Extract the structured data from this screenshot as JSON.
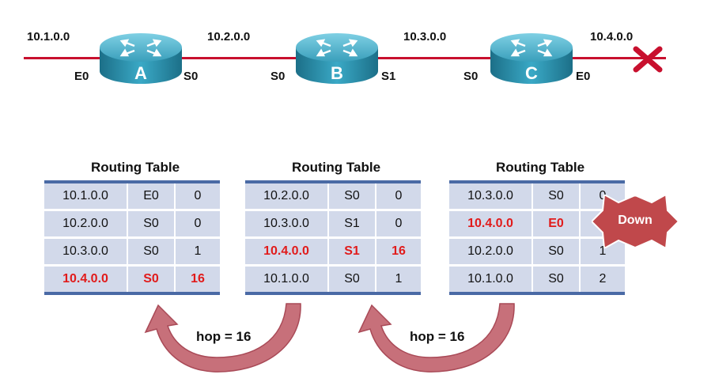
{
  "networks": [
    "10.1.0.0",
    "10.2.0.0",
    "10.3.0.0",
    "10.4.0.0"
  ],
  "routers": [
    {
      "name": "A",
      "left_if": "E0",
      "right_if": "S0"
    },
    {
      "name": "B",
      "left_if": "S0",
      "right_if": "S1"
    },
    {
      "name": "C",
      "left_if": "S0",
      "right_if": "E0"
    }
  ],
  "colors": {
    "link": "#c8102e",
    "router_body": "#2f93b0",
    "table_fill": "#d2d9ea",
    "table_rule": "#4a6aa5",
    "highlight": "#e11b1b",
    "arrow_fill": "#c7707a",
    "down_badge": "#c0484b"
  },
  "tables": [
    {
      "title": "Routing Table",
      "rows": [
        {
          "net": "10.1.0.0",
          "iface": "E0",
          "hops": "0",
          "highlight": false
        },
        {
          "net": "10.2.0.0",
          "iface": "S0",
          "hops": "0",
          "highlight": false
        },
        {
          "net": "10.3.0.0",
          "iface": "S0",
          "hops": "1",
          "highlight": false
        },
        {
          "net": "10.4.0.0",
          "iface": "S0",
          "hops": "16",
          "highlight": true
        }
      ]
    },
    {
      "title": "Routing Table",
      "rows": [
        {
          "net": "10.2.0.0",
          "iface": "S0",
          "hops": "0",
          "highlight": false
        },
        {
          "net": "10.3.0.0",
          "iface": "S1",
          "hops": "0",
          "highlight": false
        },
        {
          "net": "10.4.0.0",
          "iface": "S1",
          "hops": "16",
          "highlight": true
        },
        {
          "net": "10.1.0.0",
          "iface": "S0",
          "hops": "1",
          "highlight": false
        }
      ]
    },
    {
      "title": "Routing Table",
      "rows": [
        {
          "net": "10.3.0.0",
          "iface": "S0",
          "hops": "0",
          "highlight": false
        },
        {
          "net": "10.4.0.0",
          "iface": "E0",
          "hops": "",
          "highlight": true
        },
        {
          "net": "10.2.0.0",
          "iface": "S0",
          "hops": "1",
          "highlight": false
        },
        {
          "net": "10.1.0.0",
          "iface": "S0",
          "hops": "2",
          "highlight": false
        }
      ]
    }
  ],
  "down_label": "Down",
  "hop_labels": [
    "hop = 16",
    "hop = 16"
  ],
  "failure_icon": "red-x-icon"
}
